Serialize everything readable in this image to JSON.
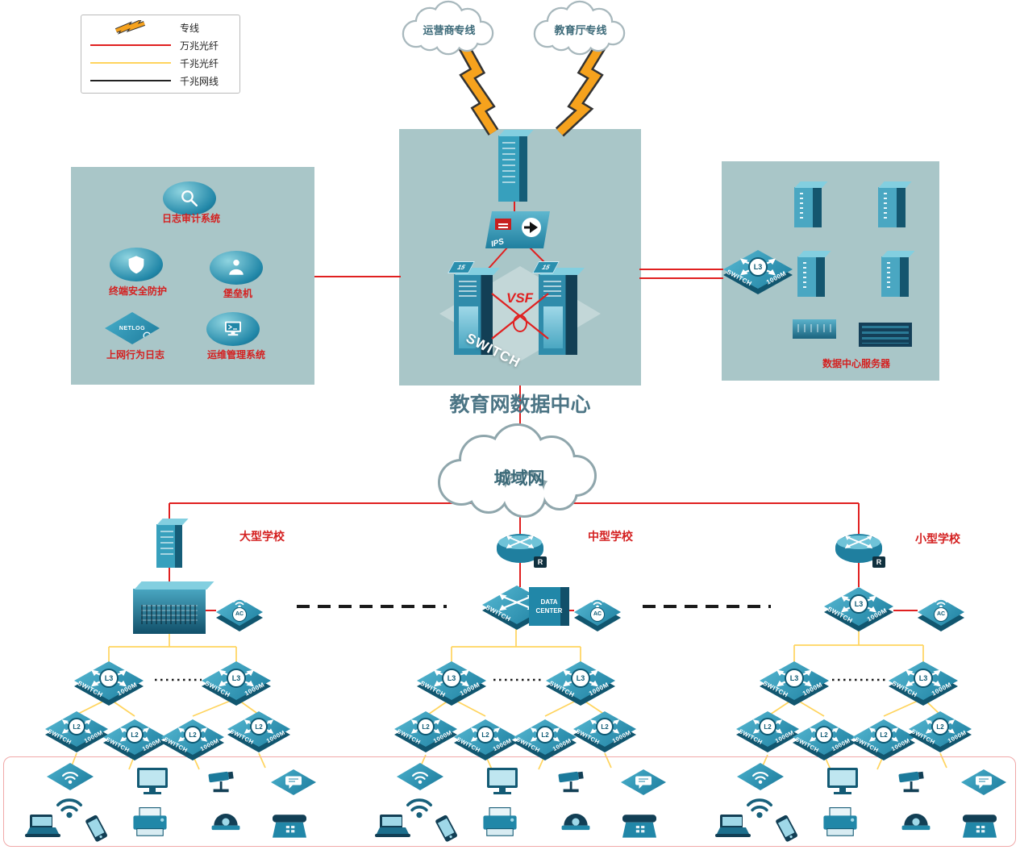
{
  "colors": {
    "red_line": "#e02020",
    "yellow_line": "#ffd45e",
    "black_line": "#1a1a1a",
    "zone_background": "#a9c6c8",
    "device_teal": "#1f7f9f",
    "label_red": "#d42020",
    "bolt_orange": "#f6a21d"
  },
  "legend": {
    "items": [
      {
        "label": "专线",
        "type": "lightning"
      },
      {
        "label": "万兆光纤",
        "type": "red-line"
      },
      {
        "label": "千兆光纤",
        "type": "yellow-line"
      },
      {
        "label": "千兆网线",
        "type": "black-line"
      }
    ]
  },
  "clouds": {
    "carrier": "运营商专线",
    "education": "教育厅专线",
    "man": "城域网"
  },
  "datacenter": {
    "title": "教育网数据中心",
    "vsf": "VSF",
    "switch": "SWITCH",
    "ips": "IPS",
    "server_tag": "15"
  },
  "security_zone": {
    "items": [
      {
        "label": "日志审计系统"
      },
      {
        "label": "终端安全防护"
      },
      {
        "label": "堡垒机"
      },
      {
        "label": "上网行为日志"
      },
      {
        "label": "运维管理系统"
      }
    ],
    "netlog": "NETLOG"
  },
  "server_zone": {
    "label": "数据中心服务器"
  },
  "labels": {
    "switch": "SWITCH",
    "speed": "1000M",
    "l3": "L3",
    "l2": "L2",
    "ac": "AC",
    "router": "R",
    "dc1": "DATA",
    "dc2": "CENTER"
  },
  "schools": [
    {
      "name": "大型学校"
    },
    {
      "name": "中型学校"
    },
    {
      "name": "小型学校"
    }
  ]
}
